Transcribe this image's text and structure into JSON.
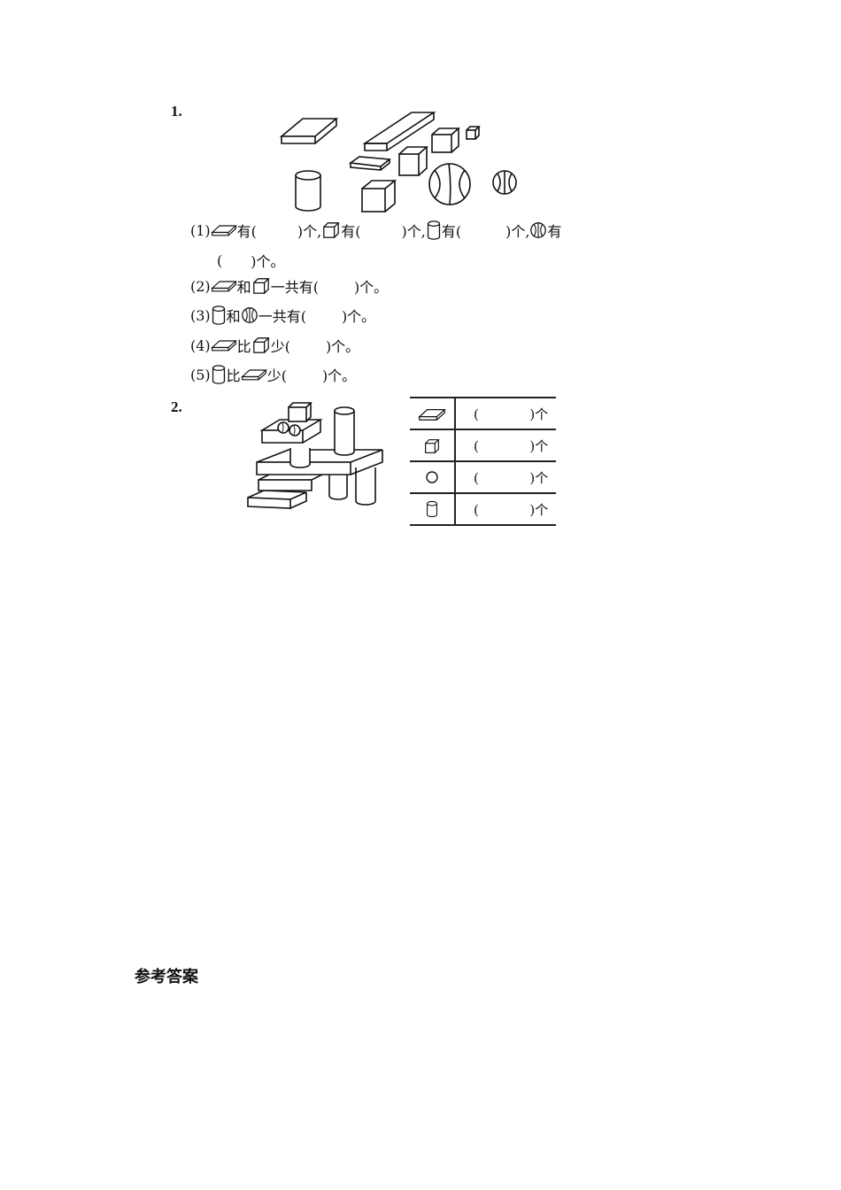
{
  "question1": {
    "number": "1.",
    "figure_shapes": [
      "flat-box",
      "long-flat-box",
      "cube",
      "small-cube",
      "thin-flat-box",
      "cube",
      "cylinder",
      "cube",
      "large-ball",
      "small-ball"
    ],
    "items": [
      {
        "label": "(1)",
        "parts": [
          {
            "icon": "flat-box-icon",
            "text": "有(",
            "blank": "",
            "close": ")个,"
          },
          {
            "icon": "cube-icon",
            "text": "有(",
            "blank": "",
            "close": ")个,"
          },
          {
            "icon": "cylinder-icon",
            "text": "有(",
            "blank": "",
            "close": ")个,"
          },
          {
            "icon": "ball-icon",
            "text": "有"
          }
        ],
        "continuation": {
          "open": "(",
          "blank": "",
          "close": ")个。"
        }
      },
      {
        "label": "(2)",
        "icon1": "flat-box-icon",
        "mid": "和",
        "icon2": "cube-icon",
        "text": "一共有(",
        "blank": "",
        "close": ")个。"
      },
      {
        "label": "(3)",
        "icon1": "cylinder-icon",
        "mid": "和",
        "icon2": "ball-icon",
        "text": "一共有(",
        "blank": "",
        "close": ")个。"
      },
      {
        "label": "(4)",
        "icon1": "flat-box-icon",
        "mid": "比",
        "icon2": "cube-icon",
        "text": "少(",
        "blank": "",
        "close": ")个。"
      },
      {
        "label": "(5)",
        "icon1": "cylinder-icon",
        "mid": "比",
        "icon2": "flat-box-icon",
        "text": "少(",
        "blank": "",
        "close": ")个。"
      }
    ]
  },
  "question2": {
    "number": "2.",
    "table": {
      "rows": [
        {
          "shape": "flat-box-icon",
          "open": "(",
          "blank": "",
          "close": ")个"
        },
        {
          "shape": "cube-icon",
          "open": "(",
          "blank": "",
          "close": ")个"
        },
        {
          "shape": "circle-icon",
          "open": "(",
          "blank": "",
          "close": ")个"
        },
        {
          "shape": "cylinder-icon",
          "open": "(",
          "blank": "",
          "close": ")个"
        }
      ]
    }
  },
  "answers": {
    "heading": "参考答案"
  }
}
